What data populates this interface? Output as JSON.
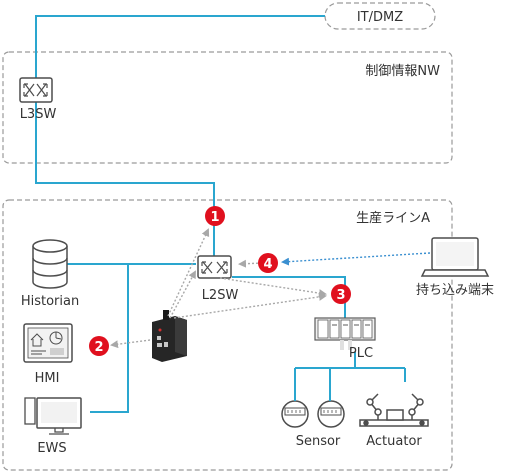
{
  "zones": {
    "it_dmz": "IT/DMZ",
    "control_nw": "制御情報NW",
    "production_line": "生産ラインA"
  },
  "devices": {
    "l3sw": "L3SW",
    "l2sw": "L2SW",
    "historian": "Historian",
    "hmi": "HMI",
    "ews": "EWS",
    "plc": "PLC",
    "sensor": "Sensor",
    "actuator": "Actuator",
    "laptop": "持ち込み端末"
  },
  "badges": [
    "1",
    "2",
    "3",
    "4"
  ],
  "colors": {
    "network_line": "#2aa6cf",
    "zone_border": "#9a9a9a",
    "badge": "#e0101e",
    "arrow": "#a8a8a8",
    "laptop_arrow": "#3a8fd0",
    "device_icon": "#4d4d4d"
  }
}
